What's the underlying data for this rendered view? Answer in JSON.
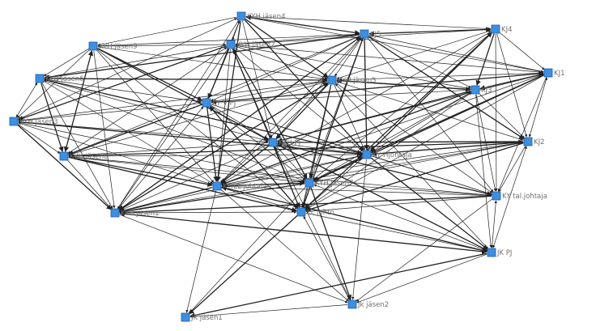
{
  "graph": {
    "node_color": "#3d8fe0",
    "edge_color": "#222222",
    "nodes": [
      {
        "id": "kyh4",
        "label": "KYH jäsen4"
      },
      {
        "id": "kj5",
        "label": "KJ5"
      },
      {
        "id": "kj4",
        "label": "KJ4"
      },
      {
        "id": "kyh9",
        "label": "KYH jäsen9"
      },
      {
        "id": "kyh2",
        "label": "KYH jäsen2"
      },
      {
        "id": "kj1",
        "label": "KJ1"
      },
      {
        "id": "kyh6",
        "label": "KYH jäsen6"
      },
      {
        "id": "kyh5",
        "label": "KYH jäsen5"
      },
      {
        "id": "kj3",
        "label": "KJ3"
      },
      {
        "id": "kyvpj",
        "label": "KY V PJ"
      },
      {
        "id": "kyh3",
        "label": "KYH jäsen3"
      },
      {
        "id": "kyhpj",
        "label": "KYH PJ"
      },
      {
        "id": "kj2",
        "label": "KJ2"
      },
      {
        "id": "kyh8",
        "label": "KYH jäsen8"
      },
      {
        "id": "kyhj",
        "label": "KY Hjohtaja"
      },
      {
        "id": "kyll",
        "label": "KY/LL johtaja"
      },
      {
        "id": "kyh7",
        "label": "KYH jäsen7"
      },
      {
        "id": "kytal",
        "label": "KY tal.johtaja"
      },
      {
        "id": "kyh1",
        "label": "KYH jäsen1"
      },
      {
        "id": "lljoh",
        "label": "LL johto"
      },
      {
        "id": "jkpj",
        "label": "JK PJ"
      },
      {
        "id": "jk2",
        "label": "Jk jäsen2"
      },
      {
        "id": "jk1",
        "label": "JK jäsen1"
      }
    ],
    "edges": [
      [
        "kyh4",
        "kj5"
      ],
      [
        "kyh4",
        "kyh9"
      ],
      [
        "kyh4",
        "kyh2"
      ],
      [
        "kyh4",
        "kyh5"
      ],
      [
        "kyh4",
        "kyvpj"
      ],
      [
        "kyh4",
        "kyhpj"
      ],
      [
        "kyh4",
        "kyll"
      ],
      [
        "kyh4",
        "kyh1"
      ],
      [
        "kyh4",
        "kyh3"
      ],
      [
        "kyh4",
        "kyhj"
      ],
      [
        "kyh4",
        "kj4"
      ],
      [
        "kyh4",
        "kj1"
      ],
      [
        "kj5",
        "kj4"
      ],
      [
        "kj5",
        "kj1"
      ],
      [
        "kj5",
        "kj3"
      ],
      [
        "kj5",
        "kj2"
      ],
      [
        "kj5",
        "kyh5"
      ],
      [
        "kj5",
        "kyh2"
      ],
      [
        "kj5",
        "kyhj"
      ],
      [
        "kj5",
        "kyll"
      ],
      [
        "kj5",
        "kyh7"
      ],
      [
        "kj5",
        "lljoh"
      ],
      [
        "kj5",
        "kytal"
      ],
      [
        "kj5",
        "kyhpj"
      ],
      [
        "kj5",
        "kyh1"
      ],
      [
        "kj5",
        "kyh8"
      ],
      [
        "kj5",
        "kyvpj"
      ],
      [
        "kj5",
        "kyh6"
      ],
      [
        "kj5",
        "kyh9"
      ],
      [
        "kj4",
        "kj1"
      ],
      [
        "kj4",
        "kj3"
      ],
      [
        "kj4",
        "kj2"
      ],
      [
        "kj4",
        "kyh5"
      ],
      [
        "kj4",
        "kyhj"
      ],
      [
        "kj4",
        "kytal"
      ],
      [
        "kj4",
        "kyll"
      ],
      [
        "kj4",
        "lljoh"
      ],
      [
        "kj4",
        "kyh2"
      ],
      [
        "kj4",
        "kyh7"
      ],
      [
        "kj1",
        "kj3"
      ],
      [
        "kj1",
        "kj2"
      ],
      [
        "kj1",
        "kyh5"
      ],
      [
        "kj1",
        "kyhj"
      ],
      [
        "kj1",
        "kytal"
      ],
      [
        "kj1",
        "kyll"
      ],
      [
        "kj1",
        "kyh7"
      ],
      [
        "kj1",
        "lljoh"
      ],
      [
        "kj1",
        "kyh2"
      ],
      [
        "kj1",
        "kyvpj"
      ],
      [
        "kj1",
        "kyhpj"
      ],
      [
        "kj3",
        "kj2"
      ],
      [
        "kj3",
        "kyh5"
      ],
      [
        "kj3",
        "kyhj"
      ],
      [
        "kj3",
        "kytal"
      ],
      [
        "kj3",
        "kyll"
      ],
      [
        "kj3",
        "kyh7"
      ],
      [
        "kj3",
        "lljoh"
      ],
      [
        "kj3",
        "kyhpj"
      ],
      [
        "kj3",
        "kyvpj"
      ],
      [
        "kj3",
        "jkpj"
      ],
      [
        "kj2",
        "kyhj"
      ],
      [
        "kj2",
        "kytal"
      ],
      [
        "kj2",
        "kyll"
      ],
      [
        "kj2",
        "lljoh"
      ],
      [
        "kj2",
        "kyh5"
      ],
      [
        "kj2",
        "kyh7"
      ],
      [
        "kj2",
        "kyhpj"
      ],
      [
        "kj2",
        "kyh1"
      ],
      [
        "kj2",
        "jkpj"
      ],
      [
        "kj2",
        "kyh8"
      ],
      [
        "kyh9",
        "kyh6"
      ],
      [
        "kyh9",
        "kyh3"
      ],
      [
        "kyh9",
        "kyh8"
      ],
      [
        "kyh9",
        "kyh1"
      ],
      [
        "kyh9",
        "kyll"
      ],
      [
        "kyh9",
        "kyvpj"
      ],
      [
        "kyh9",
        "kyh2"
      ],
      [
        "kyh9",
        "kyh5"
      ],
      [
        "kyh9",
        "kyhpj"
      ],
      [
        "kyh9",
        "lljoh"
      ],
      [
        "kyh2",
        "kyh5"
      ],
      [
        "kyh2",
        "kyvpj"
      ],
      [
        "kyh2",
        "kyhpj"
      ],
      [
        "kyh2",
        "kyll"
      ],
      [
        "kyh2",
        "kyh7"
      ],
      [
        "kyh2",
        "kyh1"
      ],
      [
        "kyh2",
        "kyh6"
      ],
      [
        "kyh2",
        "kyh3"
      ],
      [
        "kyh2",
        "kyh8"
      ],
      [
        "kyh2",
        "kyhj"
      ],
      [
        "kyh2",
        "lljoh"
      ],
      [
        "kyh2",
        "kj3"
      ],
      [
        "kyh6",
        "kyh3"
      ],
      [
        "kyh6",
        "kyh8"
      ],
      [
        "kyh6",
        "kyh1"
      ],
      [
        "kyh6",
        "kyvpj"
      ],
      [
        "kyh6",
        "kyh5"
      ],
      [
        "kyh6",
        "kyll"
      ],
      [
        "kyh6",
        "kyhpj"
      ],
      [
        "kyh6",
        "kyhj"
      ],
      [
        "kyh6",
        "kyh7"
      ],
      [
        "kyh5",
        "kyvpj"
      ],
      [
        "kyh5",
        "kyhpj"
      ],
      [
        "kyh5",
        "kyhj"
      ],
      [
        "kyh5",
        "kyll"
      ],
      [
        "kyh5",
        "kyh7"
      ],
      [
        "kyh5",
        "lljoh"
      ],
      [
        "kyh5",
        "kytal"
      ],
      [
        "kyh5",
        "kyh1"
      ],
      [
        "kyh5",
        "kyh3"
      ],
      [
        "kyh5",
        "kyh8"
      ],
      [
        "kyh5",
        "kj3"
      ],
      [
        "kyh5",
        "jkpj"
      ],
      [
        "kyvpj",
        "kyhpj"
      ],
      [
        "kyvpj",
        "kyll"
      ],
      [
        "kyvpj",
        "kyh7"
      ],
      [
        "kyvpj",
        "kyh1"
      ],
      [
        "kyvpj",
        "kyh8"
      ],
      [
        "kyvpj",
        "kyh3"
      ],
      [
        "kyvpj",
        "kyhj"
      ],
      [
        "kyvpj",
        "lljoh"
      ],
      [
        "kyvpj",
        "kytal"
      ],
      [
        "kyh3",
        "kyh8"
      ],
      [
        "kyh3",
        "kyh1"
      ],
      [
        "kyh3",
        "kyll"
      ],
      [
        "kyh3",
        "kyhpj"
      ],
      [
        "kyh3",
        "kyhj"
      ],
      [
        "kyh3",
        "kyh7"
      ],
      [
        "kyhpj",
        "kyhj"
      ],
      [
        "kyhpj",
        "kyll"
      ],
      [
        "kyhpj",
        "kyh7"
      ],
      [
        "kyhpj",
        "lljoh"
      ],
      [
        "kyhpj",
        "kytal"
      ],
      [
        "kyhpj",
        "kyh1"
      ],
      [
        "kyhpj",
        "kyh8"
      ],
      [
        "kyhpj",
        "jkpj"
      ],
      [
        "kyhpj",
        "jk2"
      ],
      [
        "kyh8",
        "kyh1"
      ],
      [
        "kyh8",
        "kyll"
      ],
      [
        "kyh8",
        "kyh7"
      ],
      [
        "kyh8",
        "kyhj"
      ],
      [
        "kyh8",
        "lljoh"
      ],
      [
        "kyh8",
        "kytal"
      ],
      [
        "kyhj",
        "kyll"
      ],
      [
        "kyhj",
        "kyh7"
      ],
      [
        "kyhj",
        "lljoh"
      ],
      [
        "kyhj",
        "kytal"
      ],
      [
        "kyhj",
        "jkpj"
      ],
      [
        "kyhj",
        "kyh1"
      ],
      [
        "kyhj",
        "jk2"
      ],
      [
        "kyll",
        "kyh7"
      ],
      [
        "kyll",
        "lljoh"
      ],
      [
        "kyll",
        "kytal"
      ],
      [
        "kyll",
        "kyh1"
      ],
      [
        "kyll",
        "jk1"
      ],
      [
        "kyll",
        "jk2"
      ],
      [
        "kyll",
        "jkpj"
      ],
      [
        "kyh7",
        "lljoh"
      ],
      [
        "kyh7",
        "kytal"
      ],
      [
        "kyh7",
        "kyh1"
      ],
      [
        "kyh7",
        "jkpj"
      ],
      [
        "kyh7",
        "jk1"
      ],
      [
        "kyh7",
        "jk2"
      ],
      [
        "kytal",
        "lljoh"
      ],
      [
        "kytal",
        "jkpj"
      ],
      [
        "kytal",
        "kyh1"
      ],
      [
        "kytal",
        "jk2"
      ],
      [
        "kyh1",
        "lljoh"
      ],
      [
        "kyh1",
        "jkpj"
      ],
      [
        "kyh1",
        "jk2"
      ],
      [
        "lljoh",
        "jkpj"
      ],
      [
        "lljoh",
        "jk1"
      ],
      [
        "lljoh",
        "jk2"
      ],
      [
        "jkpj",
        "jk2"
      ],
      [
        "jkpj",
        "jk1"
      ],
      [
        "jk2",
        "jk1"
      ]
    ]
  }
}
